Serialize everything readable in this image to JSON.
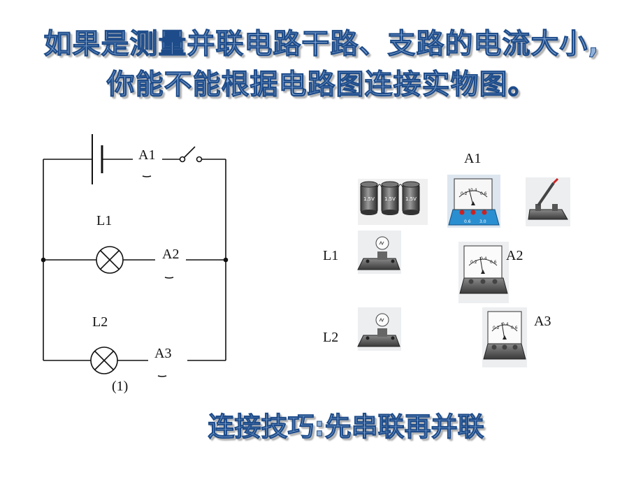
{
  "title": {
    "line1": "如果是测量并联电路干路、支路的电流大小,",
    "line2": "你能不能根据电路图连接实物图。"
  },
  "tip": "连接技巧:先串联再并联",
  "circuit": {
    "ammeter_main": "A1",
    "ammeter_branch1": "A2",
    "ammeter_branch2": "A3",
    "lamp1": "L1",
    "lamp2": "L2",
    "figure_number": "(1)"
  },
  "physical": {
    "ammeter_main": "A1",
    "ammeter_branch1": "A2",
    "ammeter_branch2": "A3",
    "lamp1": "L1",
    "lamp2": "L2",
    "battery_cell_label": "1.5V",
    "meter_scale_labels": [
      "0.2",
      "0.4",
      "0.6"
    ]
  }
}
